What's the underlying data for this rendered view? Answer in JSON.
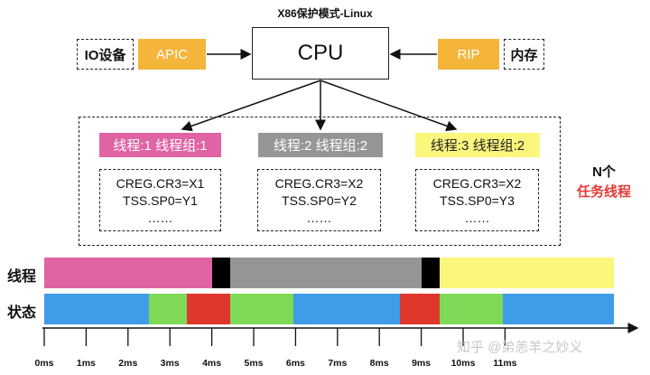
{
  "title": "X86保护模式-Linux",
  "cpu": "CPU",
  "io_label": "IO设备",
  "apic_label": "APIC",
  "rip_label": "RIP",
  "memory_label": "内存",
  "threads": [
    {
      "label": "线程:1  线程组:1",
      "color": "#e063a3",
      "lines": [
        "CREG.CR3=X1",
        "TSS.SP0=Y1",
        "……"
      ]
    },
    {
      "label": "线程:2  线程组:2",
      "color": "#959595",
      "lines": [
        "CREG.CR3=X2",
        "TSS.SP0=Y2",
        "……"
      ]
    },
    {
      "label": "线程:3  线程组:2",
      "color": "#fbf77d",
      "lines": [
        "CREG.CR3=X2",
        "TSS.SP0=Y3",
        "……"
      ]
    }
  ],
  "n_tasks_line1": "N个",
  "n_tasks_line2": "任务线程",
  "row_thread_label": "线程",
  "row_state_label": "状态",
  "timeline": {
    "unit": "ms",
    "ticks": [
      "0ms",
      "1ms",
      "2ms",
      "3ms",
      "4ms",
      "5ms",
      "6ms",
      "7ms",
      "8ms",
      "9ms",
      "10ms",
      "11ms"
    ],
    "thread_segments": [
      {
        "start": 0,
        "end": 4.0,
        "color": "#e063a3"
      },
      {
        "start": 4.0,
        "end": 4.45,
        "color": "#000000"
      },
      {
        "start": 4.45,
        "end": 9.0,
        "color": "#959595"
      },
      {
        "start": 9.0,
        "end": 9.45,
        "color": "#000000"
      },
      {
        "start": 9.45,
        "end": 13.6,
        "color": "#fbf77d"
      }
    ],
    "state_segments": [
      {
        "start": 0,
        "end": 2.5,
        "color": "#3e9ce8"
      },
      {
        "start": 2.5,
        "end": 3.4,
        "color": "#7ed957"
      },
      {
        "start": 3.4,
        "end": 4.45,
        "color": "#e0372c"
      },
      {
        "start": 4.45,
        "end": 5.95,
        "color": "#7ed957"
      },
      {
        "start": 5.95,
        "end": 8.5,
        "color": "#3e9ce8"
      },
      {
        "start": 8.5,
        "end": 9.45,
        "color": "#e0372c"
      },
      {
        "start": 9.45,
        "end": 10.95,
        "color": "#7ed957"
      },
      {
        "start": 10.95,
        "end": 13.6,
        "color": "#3e9ce8"
      }
    ]
  },
  "watermark": "知乎 @弟恙羊之妙义",
  "colors": {
    "orange": "#f4b53a",
    "red_text": "#e53935"
  }
}
